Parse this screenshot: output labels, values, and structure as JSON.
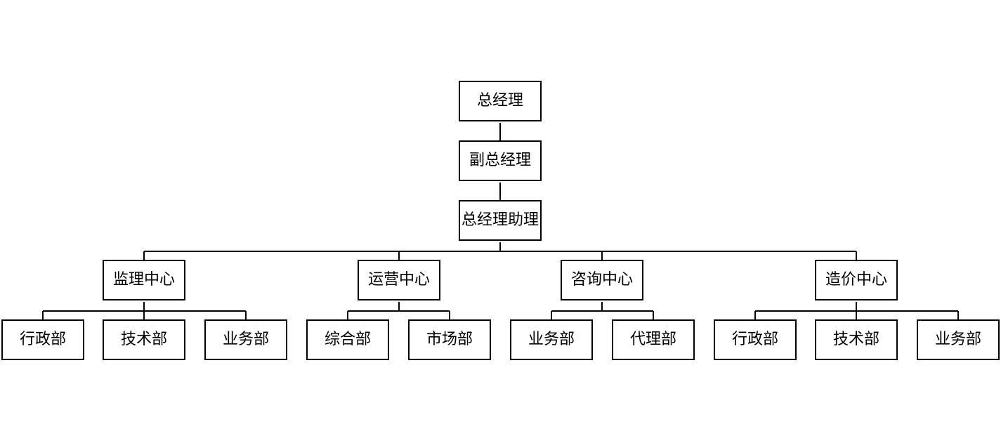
{
  "org_chart": {
    "top": {
      "general_manager": "总经理",
      "deputy_general_manager": "副总经理",
      "assistant_general_manager": "总经理助理"
    },
    "centers": [
      {
        "name": "监理中心",
        "departments": [
          "行政部",
          "技术部",
          "业务部"
        ]
      },
      {
        "name": "运营中心",
        "departments": [
          "综合部",
          "市场部"
        ]
      },
      {
        "name": "咨询中心",
        "departments": [
          "业务部",
          "代理部"
        ]
      },
      {
        "name": "造价中心",
        "departments": [
          "行政部",
          "技术部",
          "业务部"
        ]
      }
    ]
  }
}
